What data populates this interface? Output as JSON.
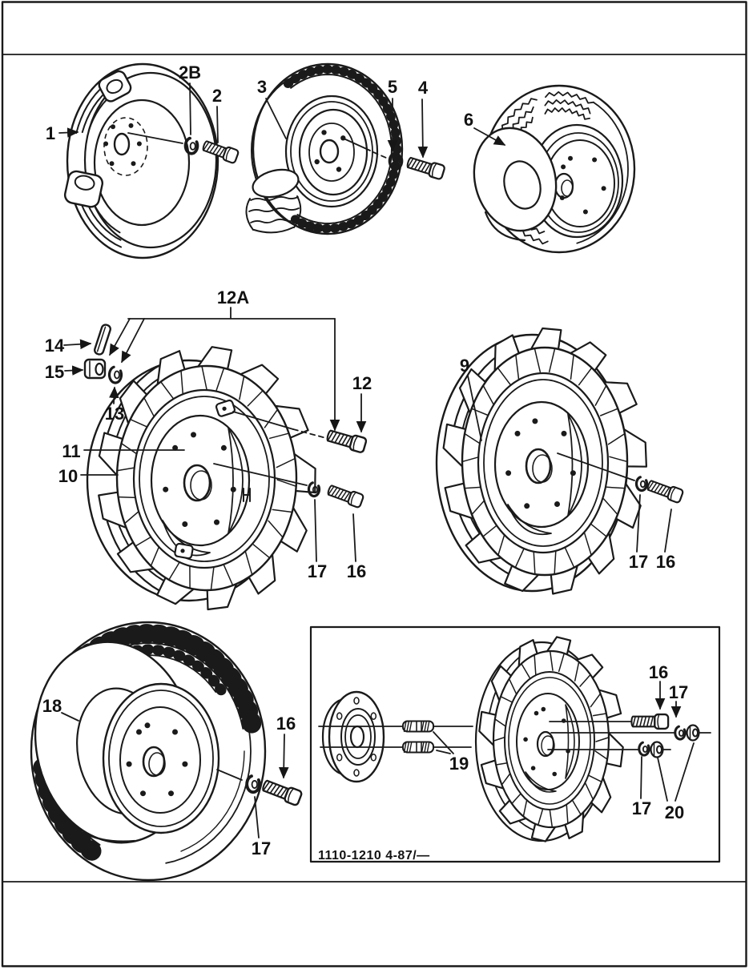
{
  "page": {
    "footer_code": "1110-1210  4-87/—"
  },
  "callouts": {
    "c1": "1",
    "c2": "2",
    "c2b": "2B",
    "c3": "3",
    "c4": "4",
    "c5": "5",
    "c6": "6",
    "c9": "9",
    "c10": "10",
    "c11": "11",
    "c12": "12",
    "c12a": "12A",
    "c13": "13",
    "c14": "14",
    "c15": "15",
    "c16": "16",
    "c17": "17",
    "c18": "18",
    "c19": "19",
    "c20": "20"
  }
}
